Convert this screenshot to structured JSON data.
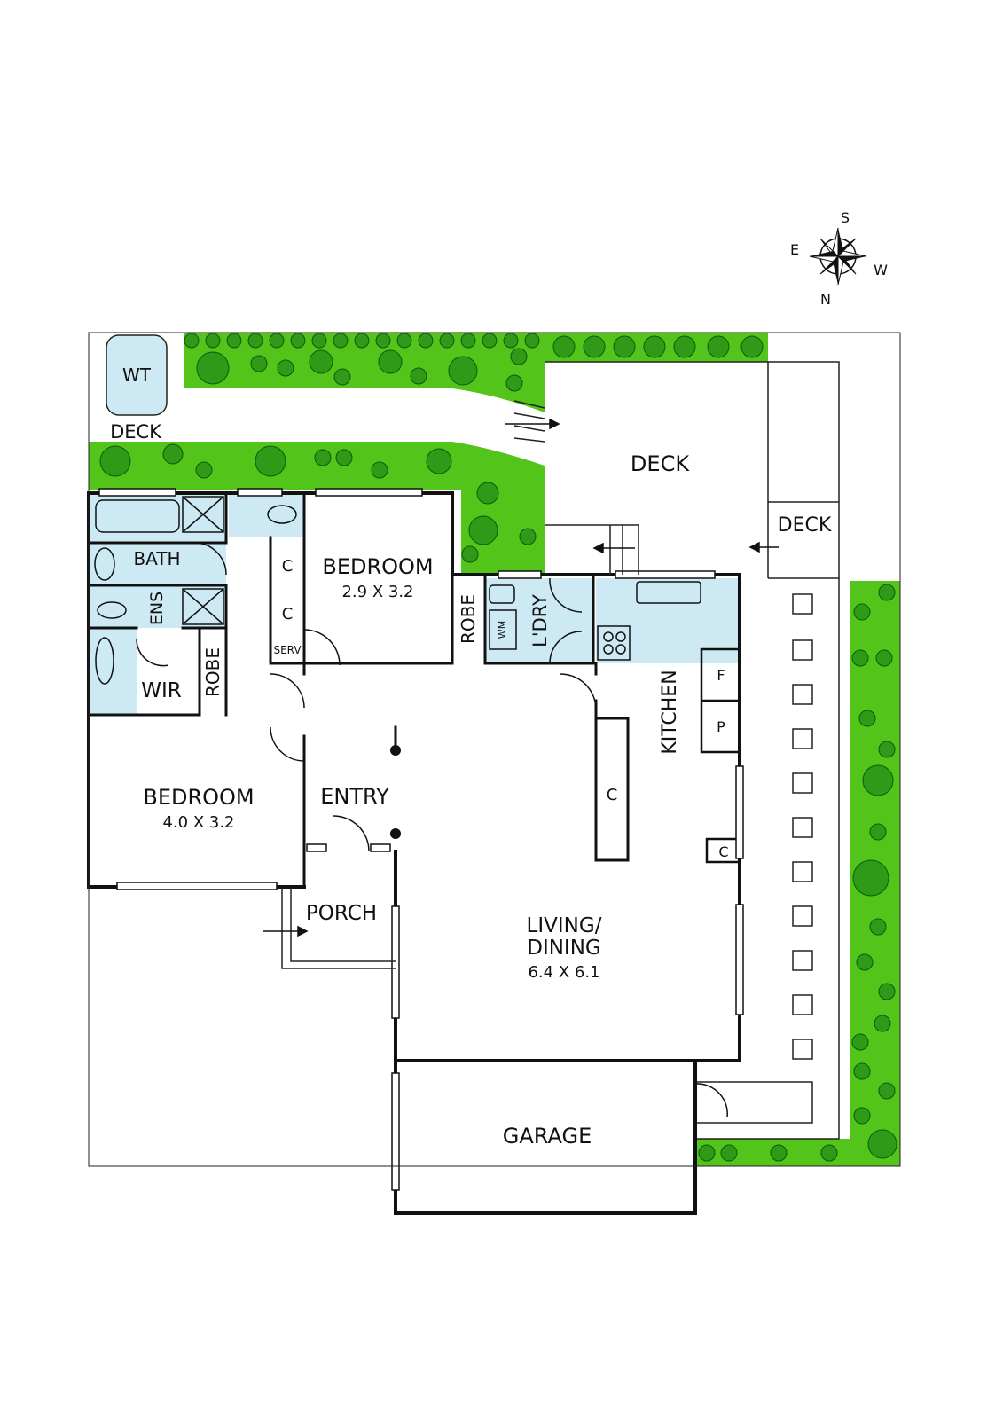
{
  "compass": {
    "s": "S",
    "e": "E",
    "w": "W",
    "n": "N"
  },
  "colors": {
    "garden": "#52c41a",
    "wet": "#cdeaf4",
    "wall": "#111111",
    "shrub": "#2e9a18"
  },
  "labels": {
    "wt": "WT",
    "deck_small": "DECK",
    "deck_main": "DECK",
    "deck_side": "DECK",
    "bath": "BATH",
    "ens": "ENS",
    "wir": "WIR",
    "robe_left": "ROBE",
    "robe_mid": "ROBE",
    "bedroom1_name": "BEDROOM",
    "bedroom1_size": "2.9 X 3.2",
    "bedroom2_name": "BEDROOM",
    "bedroom2_size": "4.0 X 3.2",
    "cupboard1": "C",
    "cupboard2": "C",
    "cupboard_kitchen": "C",
    "cupboard_living": "C",
    "serv": "SERV",
    "wm": "WM",
    "laundry": "L'DRY",
    "kitchen": "KITCHEN",
    "fridge": "F",
    "pantry": "P",
    "entry": "ENTRY",
    "porch": "PORCH",
    "living_line1": "LIVING/",
    "living_line2": "DINING",
    "living_size": "6.4 X 6.1",
    "garage": "GARAGE"
  }
}
